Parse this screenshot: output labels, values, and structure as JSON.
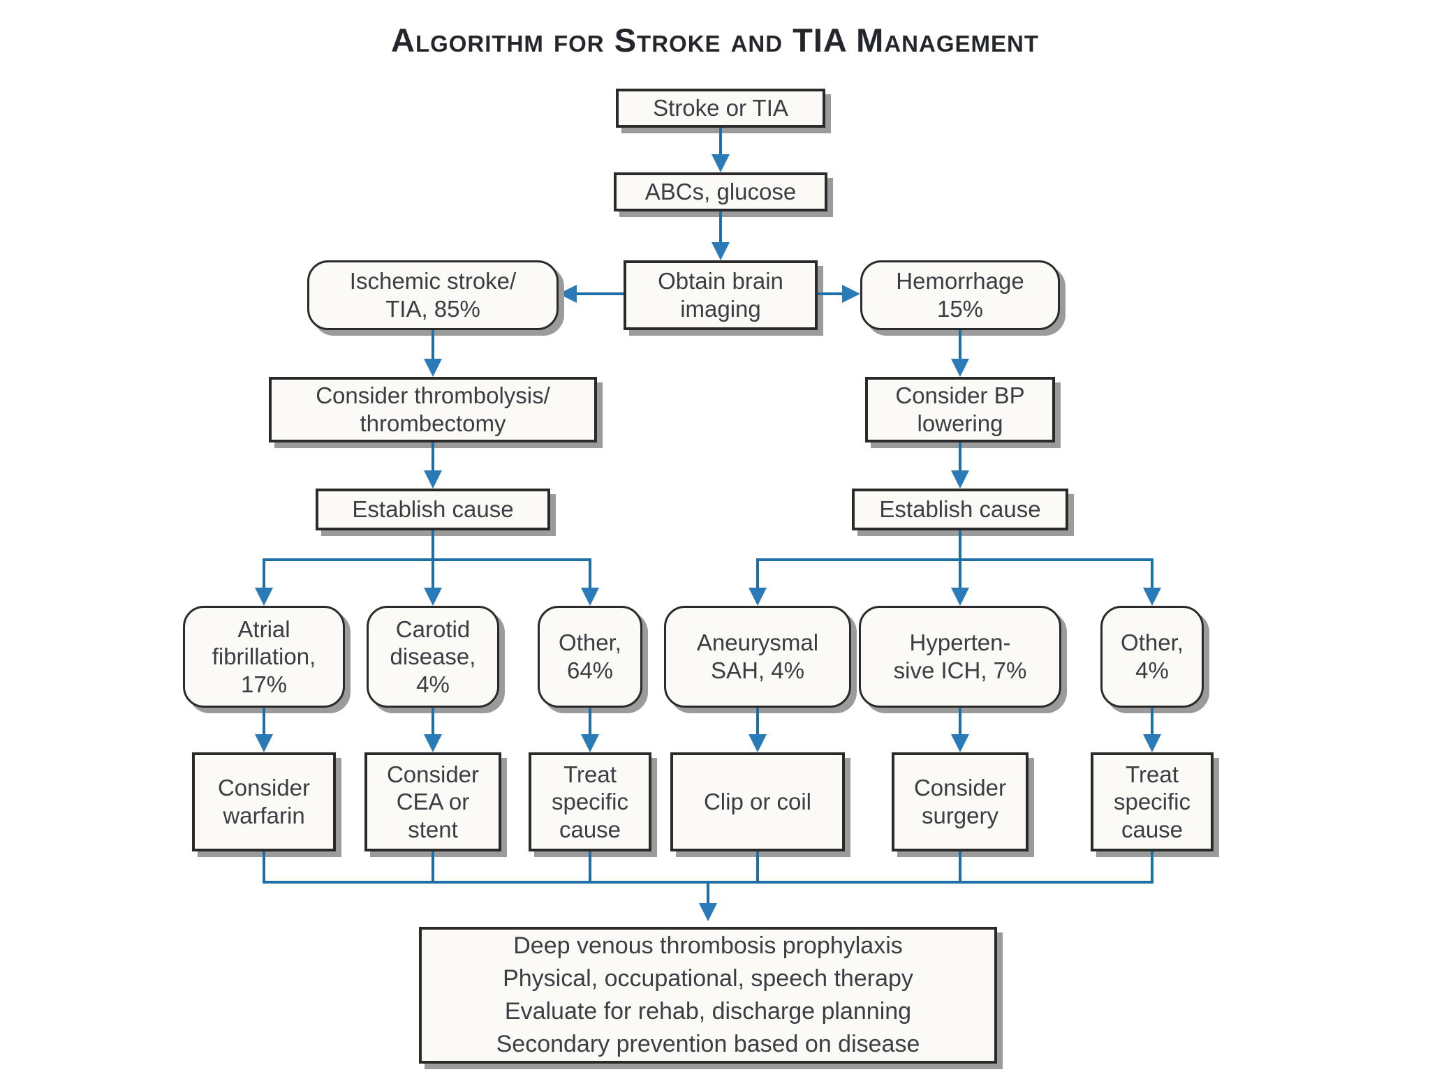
{
  "title": "Algorithm for Stroke and TIA Management",
  "colors": {
    "line": "#1e6fa6",
    "head": "#2a7ab8",
    "bd": "#2a2a2a",
    "fill": "#fbfaf7",
    "sh": "#9b9b9b",
    "txt": "#3a3d42",
    "ttl": "#24262b"
  },
  "nodes": {
    "stroke_or_tia": {
      "label": "Stroke or TIA"
    },
    "abcs_glucose": {
      "label": "ABCs, glucose"
    },
    "obtain_imaging": {
      "lines": [
        "Obtain brain",
        "imaging"
      ]
    },
    "ischemic": {
      "lines": [
        "Ischemic stroke/",
        "TIA, 85%"
      ]
    },
    "hemorrhage": {
      "lines": [
        "Hemorrhage",
        "15%"
      ]
    },
    "thrombolysis": {
      "lines": [
        "Consider thrombolysis/",
        "thrombectomy"
      ]
    },
    "bp_lowering": {
      "lines": [
        "Consider BP",
        "lowering"
      ]
    },
    "establish_cause_left": {
      "label": "Establish cause"
    },
    "establish_cause_right": {
      "label": "Establish cause"
    },
    "atrial_fibrillation": {
      "lines": [
        "Atrial",
        "fibrillation,",
        "17%"
      ]
    },
    "carotid_disease": {
      "lines": [
        "Carotid",
        "disease,",
        "4%"
      ]
    },
    "other_ischemic": {
      "lines": [
        "Other,",
        "64%"
      ]
    },
    "aneurysmal_sah": {
      "lines": [
        "Aneurysmal",
        "SAH, 4%"
      ]
    },
    "hypertensive_ich": {
      "lines": [
        "Hyperten-",
        "sive ICH, 7%"
      ]
    },
    "other_hemorrhage": {
      "lines": [
        "Other,",
        "4%"
      ]
    },
    "consider_warfarin": {
      "lines": [
        "Consider",
        "warfarin"
      ]
    },
    "consider_cea_stent": {
      "lines": [
        "Consider",
        "CEA or",
        "stent"
      ]
    },
    "treat_specific_cause_left": {
      "lines": [
        "Treat",
        "specific",
        "cause"
      ]
    },
    "clip_or_coil": {
      "label": "Clip or coil"
    },
    "consider_surgery": {
      "lines": [
        "Consider",
        "surgery"
      ]
    },
    "treat_specific_cause_right": {
      "lines": [
        "Treat",
        "specific",
        "cause"
      ]
    },
    "general_care": {
      "lines": [
        "Deep venous thrombosis prophylaxis",
        "Physical, occupational, speech therapy",
        "Evaluate for rehab, discharge planning",
        "Secondary prevention based on disease"
      ]
    }
  }
}
